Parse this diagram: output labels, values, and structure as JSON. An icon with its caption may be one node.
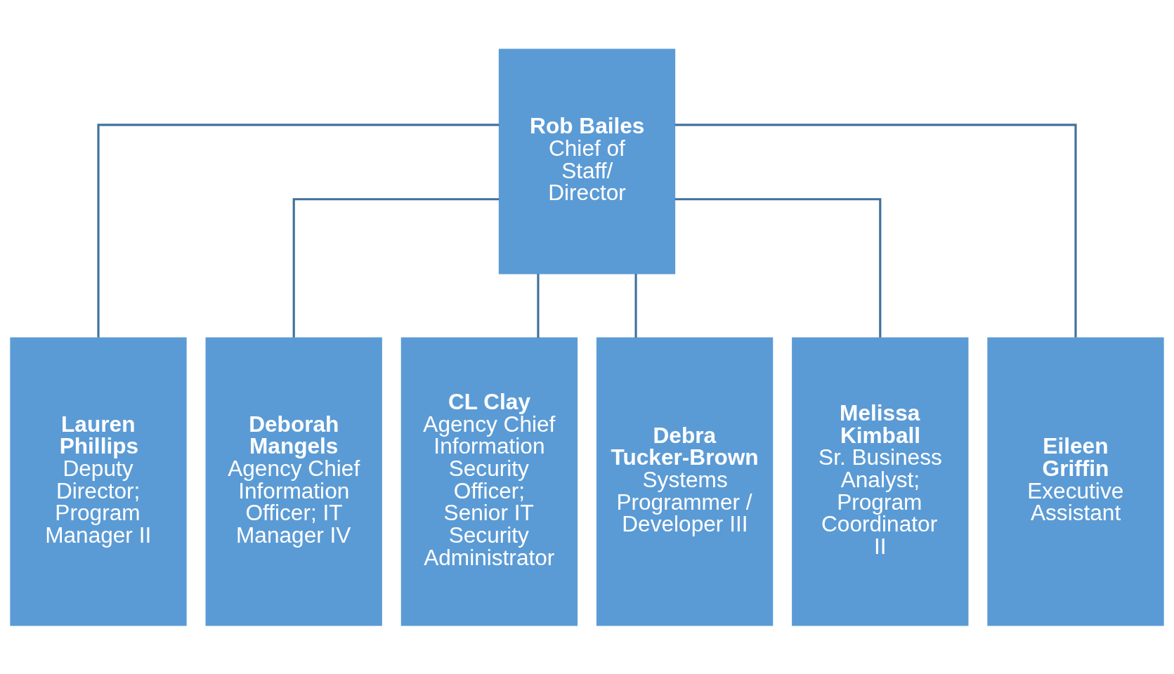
{
  "diagram": {
    "nodes": [
      {
        "text": [
          "Rob Bailes",
          "Chief of Staff/ Director"
        ]
      },
      {
        "text": [
          "Lauren Phillips",
          "Deputy Director; Program Manager II"
        ]
      },
      {
        "text": [
          "Deborah Mangels",
          "Agency Chief Information Officer; IT Manager IV"
        ]
      },
      {
        "text": [
          "CL Clay",
          "Agency Chief Information Security Officer; Senior IT Security Administrator"
        ]
      },
      {
        "text": [
          "Debra Tucker-Brown",
          "Systems Programmer / Developer III"
        ]
      },
      {
        "text": [
          "Melissa Kimball",
          "Sr. Business Analyst; Program Coordinator II"
        ]
      },
      {
        "text": [
          "Eileen Griffin",
          "Executive Assistant"
        ]
      }
    ],
    "edges": [
      {
        "from": 0,
        "to": 1,
        "arrow": "none"
      },
      {
        "from": 0,
        "to": 2,
        "arrow": "none"
      },
      {
        "from": 0,
        "to": 3,
        "arrow": "none"
      },
      {
        "from": 0,
        "to": 4,
        "arrow": "none"
      },
      {
        "from": 0,
        "to": 5,
        "arrow": "none"
      },
      {
        "from": 0,
        "to": 6,
        "arrow": "none"
      }
    ]
  }
}
